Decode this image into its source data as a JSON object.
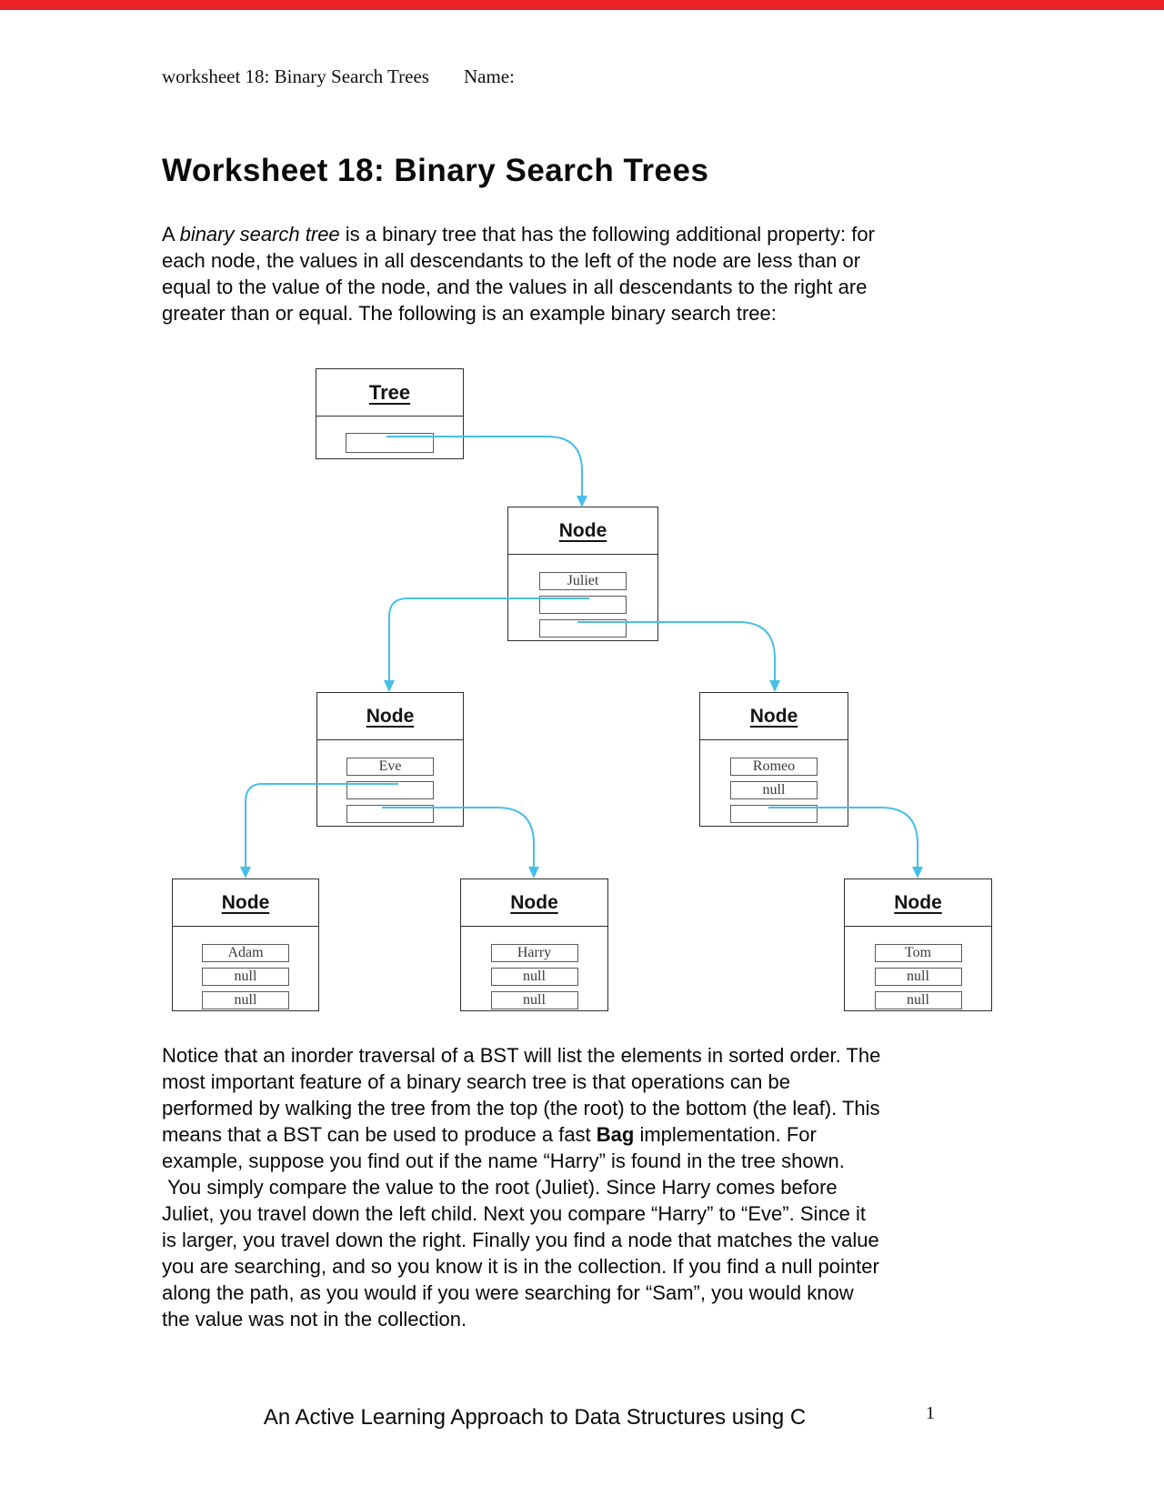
{
  "colors": {
    "accent": "#47bfe8",
    "top_bar": "#ec2027"
  },
  "header": {
    "left": "worksheet 18: Binary Search Trees",
    "right": "Name:"
  },
  "title": "Worksheet 18: Binary Search Trees",
  "intro": {
    "pre": "A ",
    "italic": "binary search tree",
    "post": " is a binary tree that has the following additional property: for\neach node, the values in all descendants to the left of the node are less than or\nequal to the value of the node, and the values in all descendants to the right are\ngreater than or equal. The following is an example binary search tree:"
  },
  "diagram": {
    "tree_label": "Tree",
    "node_label": "Node",
    "nodes": {
      "juliet": {
        "value": "Juliet",
        "left": "",
        "right": ""
      },
      "eve": {
        "value": "Eve",
        "left": "",
        "right": ""
      },
      "romeo": {
        "value": "Romeo",
        "left": "null",
        "right": ""
      },
      "adam": {
        "value": "Adam",
        "left": "null",
        "right": "null"
      },
      "harry": {
        "value": "Harry",
        "left": "null",
        "right": "null"
      },
      "tom": {
        "value": "Tom",
        "left": "null",
        "right": "null"
      }
    }
  },
  "body": {
    "pre": "Notice that an inorder traversal of a BST will list the elements in sorted order. The\nmost important feature of a binary search tree is that operations can be\nperformed by walking the tree from the top (the root) to the bottom (the leaf). This\nmeans that a BST can be used to produce a fast ",
    "bold": "Bag",
    "post": " implementation. For\nexample, suppose you find out if the name “Harry” is found in the tree shown.\n You simply compare the value to the root (Juliet). Since Harry comes before\nJuliet, you travel down the left child. Next you compare “Harry” to “Eve”. Since it\nis larger, you travel down the right. Finally you find a node that matches the value\nyou are searching, and so you know it is in the collection. If you find a null pointer\nalong the path, as you would if you were searching for “Sam”, you would know\nthe value was not in the collection."
  },
  "footer": {
    "text": "An Active Learning Approach to Data Structures using C",
    "page_number": "1"
  }
}
